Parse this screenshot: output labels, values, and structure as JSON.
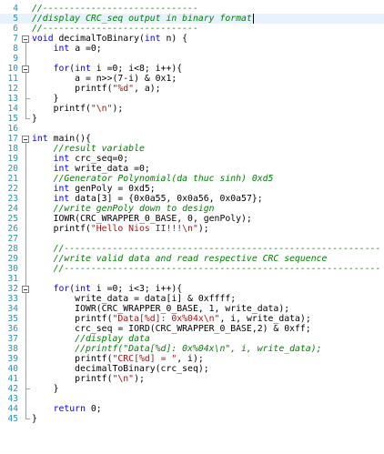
{
  "editor": {
    "current_line": 5,
    "lines": [
      {
        "n": "4",
        "tokens": [
          {
            "t": "//-----------------------------",
            "c": "t-cm"
          }
        ]
      },
      {
        "n": "5",
        "tokens": [
          {
            "t": "//display CRC_seq output in binary format",
            "c": "t-cm"
          }
        ]
      },
      {
        "n": "6",
        "tokens": [
          {
            "t": "//-----------------------------",
            "c": "t-cm"
          }
        ]
      },
      {
        "n": "7",
        "tokens": [
          {
            "t": "void",
            "c": "t-kw"
          },
          {
            "t": " decimalToBinary(",
            "c": "t-plain"
          },
          {
            "t": "int",
            "c": "t-kw"
          },
          {
            "t": " n) {",
            "c": "t-plain"
          }
        ]
      },
      {
        "n": "8",
        "tokens": [
          {
            "t": "    ",
            "c": "t-plain"
          },
          {
            "t": "int",
            "c": "t-kw"
          },
          {
            "t": " a =0;",
            "c": "t-plain"
          }
        ]
      },
      {
        "n": "9",
        "tokens": []
      },
      {
        "n": "10",
        "tokens": [
          {
            "t": "    ",
            "c": "t-plain"
          },
          {
            "t": "for",
            "c": "t-kw"
          },
          {
            "t": "(",
            "c": "t-plain"
          },
          {
            "t": "int",
            "c": "t-kw"
          },
          {
            "t": " i =0; i<8; i++){",
            "c": "t-plain"
          }
        ]
      },
      {
        "n": "11",
        "tokens": [
          {
            "t": "        a = n>>(7-i) & 0x1;",
            "c": "t-plain"
          }
        ]
      },
      {
        "n": "12",
        "tokens": [
          {
            "t": "        printf(",
            "c": "t-plain"
          },
          {
            "t": "\"%d\"",
            "c": "t-str"
          },
          {
            "t": ", a);",
            "c": "t-plain"
          }
        ]
      },
      {
        "n": "13",
        "tokens": [
          {
            "t": "    }",
            "c": "t-plain"
          }
        ]
      },
      {
        "n": "14",
        "tokens": [
          {
            "t": "    printf(",
            "c": "t-plain"
          },
          {
            "t": "\"\\n\"",
            "c": "t-str"
          },
          {
            "t": ");",
            "c": "t-plain"
          }
        ]
      },
      {
        "n": "15",
        "tokens": [
          {
            "t": "}",
            "c": "t-plain"
          }
        ]
      },
      {
        "n": "16",
        "tokens": []
      },
      {
        "n": "17",
        "tokens": [
          {
            "t": "int",
            "c": "t-kw"
          },
          {
            "t": " main(){",
            "c": "t-plain"
          }
        ]
      },
      {
        "n": "18",
        "tokens": [
          {
            "t": "    ",
            "c": "t-plain"
          },
          {
            "t": "//result variable",
            "c": "t-cm"
          }
        ]
      },
      {
        "n": "19",
        "tokens": [
          {
            "t": "    ",
            "c": "t-plain"
          },
          {
            "t": "int",
            "c": "t-kw"
          },
          {
            "t": " crc_seq=0;",
            "c": "t-plain"
          }
        ]
      },
      {
        "n": "20",
        "tokens": [
          {
            "t": "    ",
            "c": "t-plain"
          },
          {
            "t": "int",
            "c": "t-kw"
          },
          {
            "t": " write_data =0;",
            "c": "t-plain"
          }
        ]
      },
      {
        "n": "21",
        "tokens": [
          {
            "t": "    ",
            "c": "t-plain"
          },
          {
            "t": "//Generator Polynomial(da thuc sinh) 0xd5",
            "c": "t-cm"
          }
        ]
      },
      {
        "n": "22",
        "tokens": [
          {
            "t": "    ",
            "c": "t-plain"
          },
          {
            "t": "int",
            "c": "t-kw"
          },
          {
            "t": " genPoly = 0xd5;",
            "c": "t-plain"
          }
        ]
      },
      {
        "n": "23",
        "tokens": [
          {
            "t": "    ",
            "c": "t-plain"
          },
          {
            "t": "int",
            "c": "t-kw"
          },
          {
            "t": " data[3] = {0x0a55, 0x0a56, 0x0a57};",
            "c": "t-plain"
          }
        ]
      },
      {
        "n": "24",
        "tokens": [
          {
            "t": "    ",
            "c": "t-plain"
          },
          {
            "t": "//write genPoly down to design",
            "c": "t-cm"
          }
        ]
      },
      {
        "n": "25",
        "tokens": [
          {
            "t": "    IOWR(CRC_WRAPPER_0_BASE, 0, genPoly);",
            "c": "t-plain"
          }
        ]
      },
      {
        "n": "26",
        "tokens": [
          {
            "t": "    printf(",
            "c": "t-plain"
          },
          {
            "t": "\"Hello Nios II!!!\\n\"",
            "c": "t-str"
          },
          {
            "t": ");",
            "c": "t-plain"
          }
        ]
      },
      {
        "n": "27",
        "tokens": []
      },
      {
        "n": "28",
        "tokens": [
          {
            "t": "    ",
            "c": "t-plain"
          },
          {
            "t": "//-----------------------------------------------------------",
            "c": "t-cm"
          }
        ]
      },
      {
        "n": "29",
        "tokens": [
          {
            "t": "    ",
            "c": "t-plain"
          },
          {
            "t": "//write valid data and read respective CRC sequence",
            "c": "t-cm"
          }
        ]
      },
      {
        "n": "30",
        "tokens": [
          {
            "t": "    ",
            "c": "t-plain"
          },
          {
            "t": "//-----------------------------------------------------------",
            "c": "t-cm"
          }
        ]
      },
      {
        "n": "31",
        "tokens": []
      },
      {
        "n": "32",
        "tokens": [
          {
            "t": "    ",
            "c": "t-plain"
          },
          {
            "t": "for",
            "c": "t-kw"
          },
          {
            "t": "(",
            "c": "t-plain"
          },
          {
            "t": "int",
            "c": "t-kw"
          },
          {
            "t": " i =0; i<3; i++){",
            "c": "t-plain"
          }
        ]
      },
      {
        "n": "33",
        "tokens": [
          {
            "t": "        write_data = data[i] & 0xffff;",
            "c": "t-plain"
          }
        ]
      },
      {
        "n": "34",
        "tokens": [
          {
            "t": "        IOWR(CRC_WRAPPER_0_BASE, 1, write_data);",
            "c": "t-plain"
          }
        ]
      },
      {
        "n": "35",
        "tokens": [
          {
            "t": "        printf(",
            "c": "t-plain"
          },
          {
            "t": "\"Data[%d]: 0x%04x\\n\"",
            "c": "t-str"
          },
          {
            "t": ", i, write_data);",
            "c": "t-plain"
          }
        ]
      },
      {
        "n": "36",
        "tokens": [
          {
            "t": "        crc_seq = IORD(CRC_WRAPPER_0_BASE,2) & 0xff;",
            "c": "t-plain"
          }
        ]
      },
      {
        "n": "37",
        "tokens": [
          {
            "t": "        ",
            "c": "t-plain"
          },
          {
            "t": "//display data",
            "c": "t-cm"
          }
        ]
      },
      {
        "n": "38",
        "tokens": [
          {
            "t": "        ",
            "c": "t-plain"
          },
          {
            "t": "//printf(\"Data[%d]: 0x%04x\\n\", i, write_data);",
            "c": "t-cm"
          }
        ]
      },
      {
        "n": "39",
        "tokens": [
          {
            "t": "        printf(",
            "c": "t-plain"
          },
          {
            "t": "\"CRC[%d] = \"",
            "c": "t-str"
          },
          {
            "t": ", i);",
            "c": "t-plain"
          }
        ]
      },
      {
        "n": "40",
        "tokens": [
          {
            "t": "        decimalToBinary(crc_seq);",
            "c": "t-plain"
          }
        ]
      },
      {
        "n": "41",
        "tokens": [
          {
            "t": "        printf(",
            "c": "t-plain"
          },
          {
            "t": "\"\\n\"",
            "c": "t-str"
          },
          {
            "t": ");",
            "c": "t-plain"
          }
        ]
      },
      {
        "n": "42",
        "tokens": [
          {
            "t": "    }",
            "c": "t-plain"
          }
        ]
      },
      {
        "n": "43",
        "tokens": []
      },
      {
        "n": "44",
        "tokens": [
          {
            "t": "    ",
            "c": "t-plain"
          },
          {
            "t": "return",
            "c": "t-kw"
          },
          {
            "t": " 0;",
            "c": "t-plain"
          }
        ]
      },
      {
        "n": "45",
        "tokens": [
          {
            "t": "}",
            "c": "t-plain"
          }
        ]
      }
    ],
    "folds": [
      {
        "start": "7",
        "end": "15"
      },
      {
        "start": "10",
        "end": "13"
      },
      {
        "start": "17",
        "end": "45"
      },
      {
        "start": "32",
        "end": "42"
      }
    ]
  }
}
